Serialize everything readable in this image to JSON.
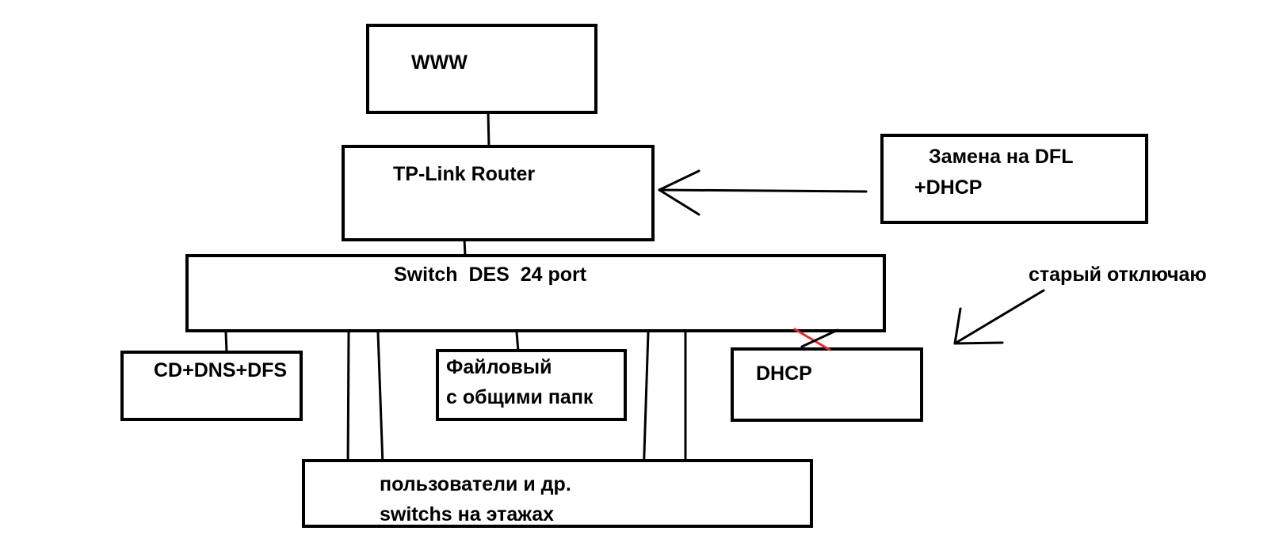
{
  "nodes": {
    "www": {
      "label": "WWW"
    },
    "router": {
      "label": "TP-Link Router"
    },
    "switch": {
      "label": "Switch  DES  24 port"
    },
    "cd_server": {
      "label": "CD+DNS+DFS"
    },
    "file_server": {
      "line1": "Файловый",
      "line2": "с общими папк"
    },
    "dhcp_server": {
      "label": "DHCP"
    },
    "users": {
      "line1": "пользователи и др.",
      "line2": "switchs на этажах"
    }
  },
  "notes": {
    "replacement": {
      "line1": "Замена на DFL",
      "line2": "+DHCP"
    },
    "disable_old": {
      "label": "старый отключаю"
    }
  },
  "colors": {
    "stroke": "#000000",
    "cross_mark": "#e8262b",
    "background": "#ffffff"
  }
}
